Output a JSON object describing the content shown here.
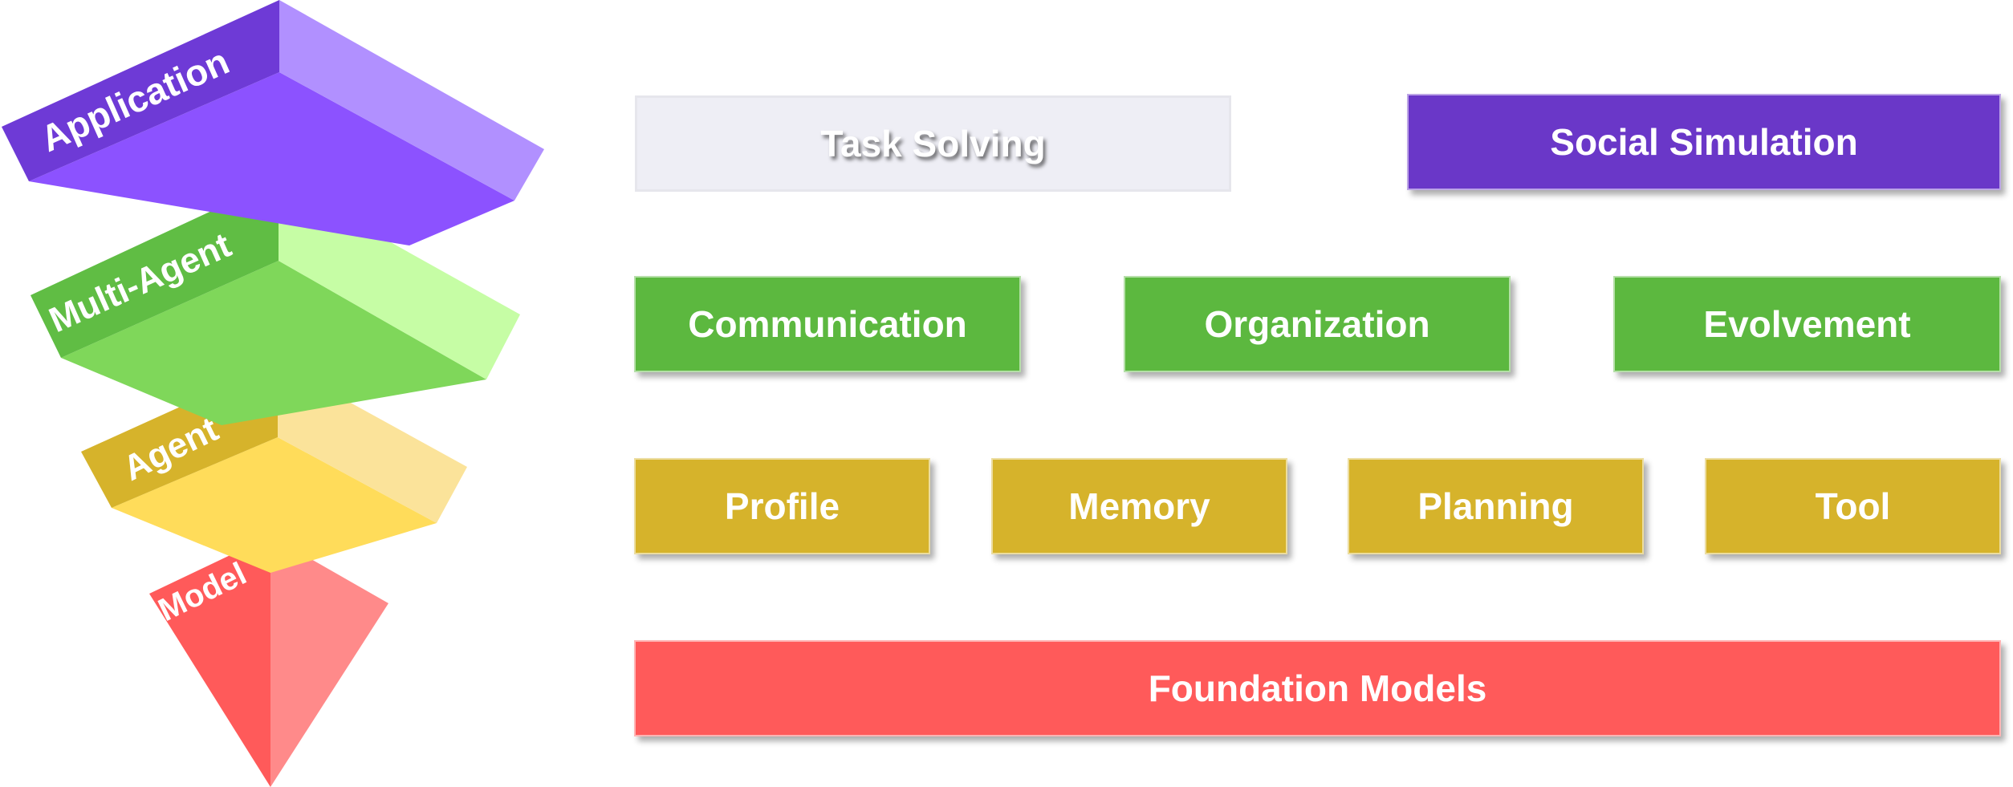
{
  "colors": {
    "application": "#8c52ff",
    "multi_agent": "#60bd44",
    "agent": "#d6b32b",
    "model": "#ff5a5a",
    "task_solving_bg": "#eeeef5"
  },
  "pyramid": {
    "application": "Application",
    "multi_agent": "Multi-Agent",
    "agent": "Agent",
    "model": "Model"
  },
  "application_row": {
    "task_solving": "Task Solving",
    "social_simulation": "Social Simulation"
  },
  "multi_agent_row": {
    "communication": "Communication",
    "organization": "Organization",
    "evolvement": "Evolvement"
  },
  "agent_row": {
    "profile": "Profile",
    "memory": "Memory",
    "planning": "Planning",
    "tool": "Tool"
  },
  "model_row": {
    "foundation_models": "Foundation Models"
  }
}
